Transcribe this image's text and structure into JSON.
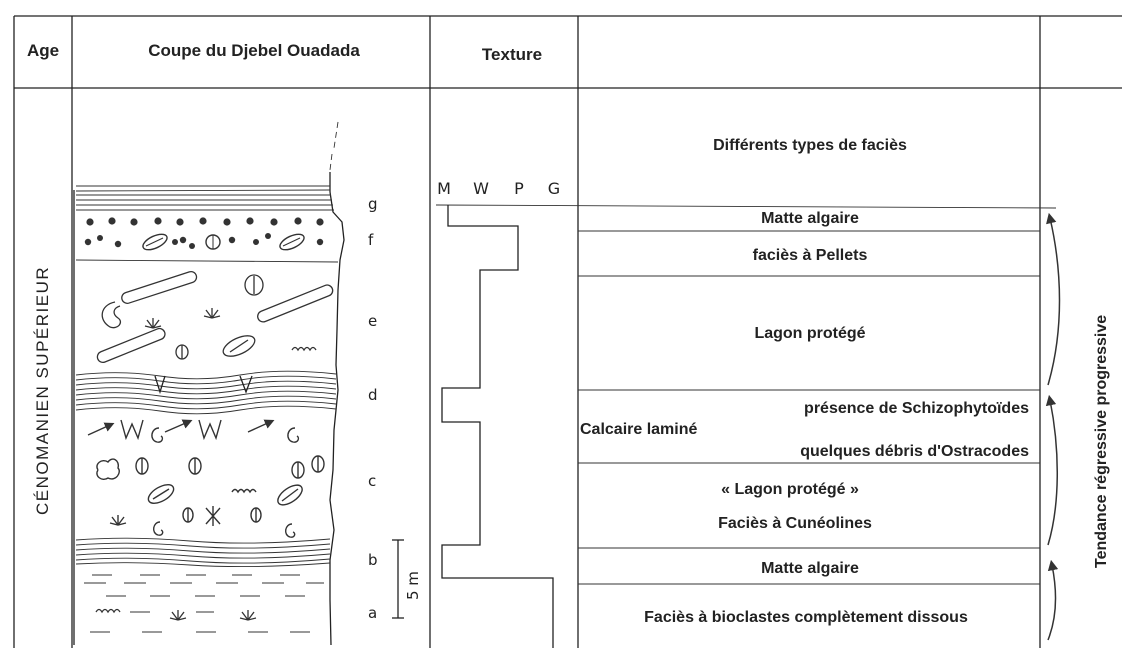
{
  "header": {
    "age": "Age",
    "section": "Coupe du Djebel Ouadada",
    "texture": "Texture"
  },
  "age_label": "CÉNOMANIEN SUPÉRIEUR",
  "layers": [
    "g",
    "f",
    "e",
    "d",
    "c",
    "b",
    "a"
  ],
  "scale_label": "5 m",
  "texture_scale": [
    "M",
    "W",
    "P",
    "G"
  ],
  "facies": {
    "title": "Différents types de faciès",
    "matte_top": "Matte algaire",
    "pellets": "faciès à Pellets",
    "lagon": "Lagon protégé",
    "schizo": "présence de Schizophytoïdes",
    "calcaire": "Calcaire laminé",
    "ostracodes": "quelques débris d'Ostracodes",
    "lagon_q": "« Lagon protégé »",
    "cuneolines": "Faciès à Cunéolines",
    "matte_bottom": "Matte algaire",
    "bioclastes": "Faciès à bioclastes complètement dissous"
  },
  "tendance": "Tendance régressive progressive"
}
